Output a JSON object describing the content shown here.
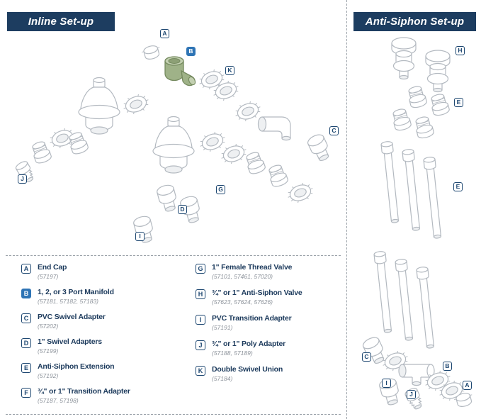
{
  "panels": {
    "inline": {
      "title": "Inline Set-up"
    },
    "anti_siphon": {
      "title": "Anti-Siphon Set-up"
    }
  },
  "diagram_labels": {
    "inline": [
      {
        "letter": "A"
      },
      {
        "letter": "B",
        "highlight": true
      },
      {
        "letter": "K"
      },
      {
        "letter": "C"
      },
      {
        "letter": "J"
      },
      {
        "letter": "G"
      },
      {
        "letter": "D"
      },
      {
        "letter": "I"
      }
    ],
    "anti_siphon": [
      {
        "letter": "H"
      },
      {
        "letter": "E"
      },
      {
        "letter": "E"
      },
      {
        "letter": "C"
      },
      {
        "letter": "B"
      },
      {
        "letter": "I"
      },
      {
        "letter": "J"
      },
      {
        "letter": "A"
      }
    ]
  },
  "legend": {
    "column1": [
      {
        "letter": "A",
        "name": "End Cap",
        "part_numbers": "(57197)"
      },
      {
        "letter": "B",
        "name": "1, 2, or 3 Port Manifold",
        "part_numbers": "(57181, 57182, 57183)",
        "highlight": true
      },
      {
        "letter": "C",
        "name": "PVC Swivel Adapter",
        "part_numbers": "(57202)"
      },
      {
        "letter": "D",
        "name": "1\" Swivel Adapters",
        "part_numbers": "(57199)"
      },
      {
        "letter": "E",
        "name": "Anti-Siphon Extension",
        "part_numbers": "(57192)"
      },
      {
        "letter": "F",
        "name": "¾\" or 1\" Transition Adapter",
        "part_numbers": "(57187, 57198)"
      }
    ],
    "column2": [
      {
        "letter": "G",
        "name": "1\" Female Thread Valve",
        "part_numbers": "(57101, 57461, 57020)"
      },
      {
        "letter": "H",
        "name": "¾\" or 1\" Anti-Siphon Valve",
        "part_numbers": "(57623, 57624, 57626)"
      },
      {
        "letter": "I",
        "name": "PVC Transition Adapter",
        "part_numbers": "(57191)"
      },
      {
        "letter": "J",
        "name": "¾\" or 1\" Poly Adapter",
        "part_numbers": "(57188, 57189)"
      },
      {
        "letter": "K",
        "name": "Double Swivel Union",
        "part_numbers": "(57184)"
      }
    ]
  },
  "colors": {
    "banner": "#1d3d60",
    "badge_border": "#1c4670",
    "badge_active_bg": "#2e74b5",
    "highlight_part_fill": "#9fb288",
    "line_art": "#b3b9c0"
  }
}
